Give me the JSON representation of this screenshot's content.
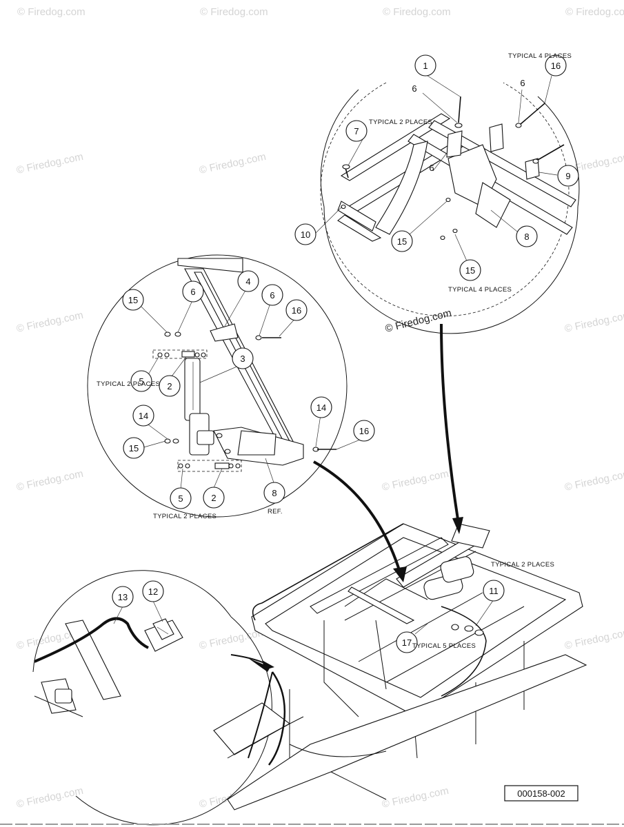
{
  "watermark": "© Firedog.com",
  "figure_ref": "000158-002",
  "callouts": {
    "top": [
      {
        "n": "1"
      },
      {
        "n": "6"
      },
      {
        "n": "16"
      },
      {
        "n": "6"
      },
      {
        "n": "7"
      },
      {
        "n": "6"
      },
      {
        "n": "9"
      },
      {
        "n": "10"
      },
      {
        "n": "15"
      },
      {
        "n": "8"
      },
      {
        "n": "15"
      }
    ],
    "left": [
      {
        "n": "15"
      },
      {
        "n": "6"
      },
      {
        "n": "4"
      },
      {
        "n": "6"
      },
      {
        "n": "16"
      },
      {
        "n": "3"
      },
      {
        "n": "5"
      },
      {
        "n": "2"
      },
      {
        "n": "14"
      },
      {
        "n": "14"
      },
      {
        "n": "16"
      },
      {
        "n": "15"
      },
      {
        "n": "5"
      },
      {
        "n": "2"
      },
      {
        "n": "8"
      }
    ],
    "cart": [
      {
        "n": "11"
      },
      {
        "n": "17"
      }
    ],
    "wire": [
      {
        "n": "13"
      },
      {
        "n": "12"
      }
    ]
  },
  "notes": {
    "typical_4_places": "TYPICAL 4 PLACES",
    "typical_2_places": "TYPICAL 2 PLACES",
    "typical_5_places": "TYPICAL 5 PLACES",
    "ref": "REF."
  }
}
